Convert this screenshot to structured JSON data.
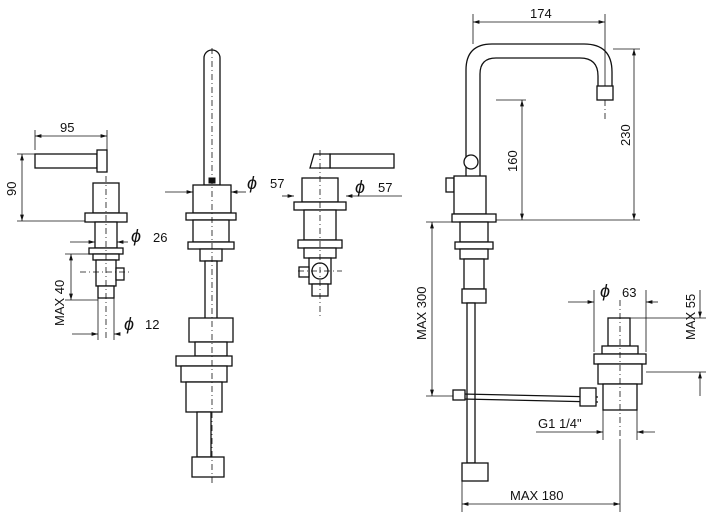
{
  "dimensions": {
    "width_95": "95",
    "height_90": "90",
    "dia_26": "26",
    "max_40": "MAX 40",
    "dia_12": "12",
    "dia_57_spout": "57",
    "dia_57_handle": "57",
    "width_174": "174",
    "height_160": "160",
    "height_230": "230",
    "max_300": "MAX 300",
    "dia_63": "63",
    "max_55": "MAX 55",
    "thread_g1": "G1 1/4\"",
    "max_180": "MAX 180"
  },
  "symbols": {
    "diameter": "ϕ"
  }
}
